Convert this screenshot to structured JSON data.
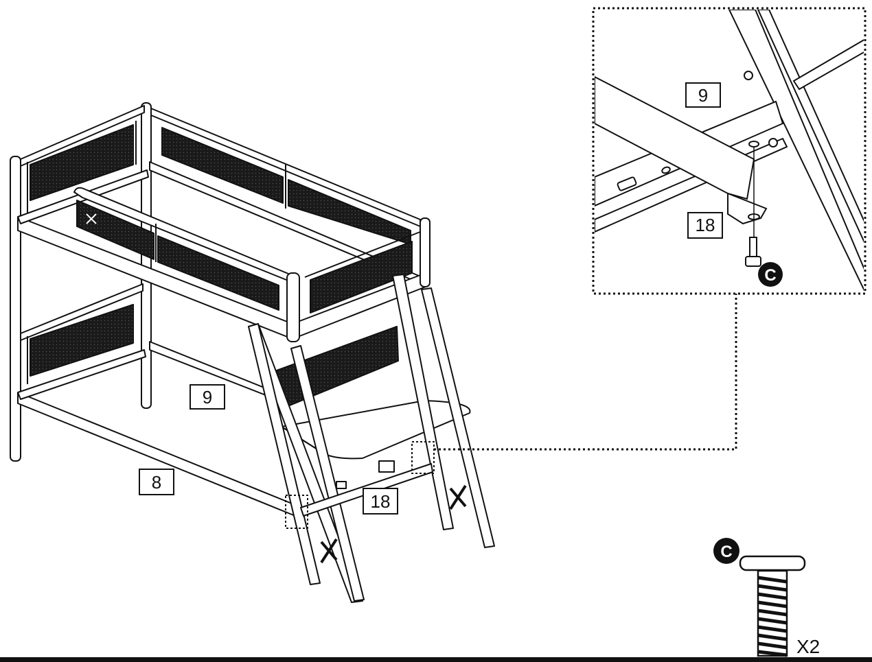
{
  "callouts": {
    "main_9": "9",
    "main_8": "8",
    "main_18": "18",
    "detail_9": "9",
    "detail_18": "18"
  },
  "hardware": {
    "letter": "C",
    "quantity": "X2",
    "icon": "bolt-icon"
  },
  "colors": {
    "line": "#111111",
    "panel": "#1a1a1a",
    "background": "#ffffff"
  }
}
